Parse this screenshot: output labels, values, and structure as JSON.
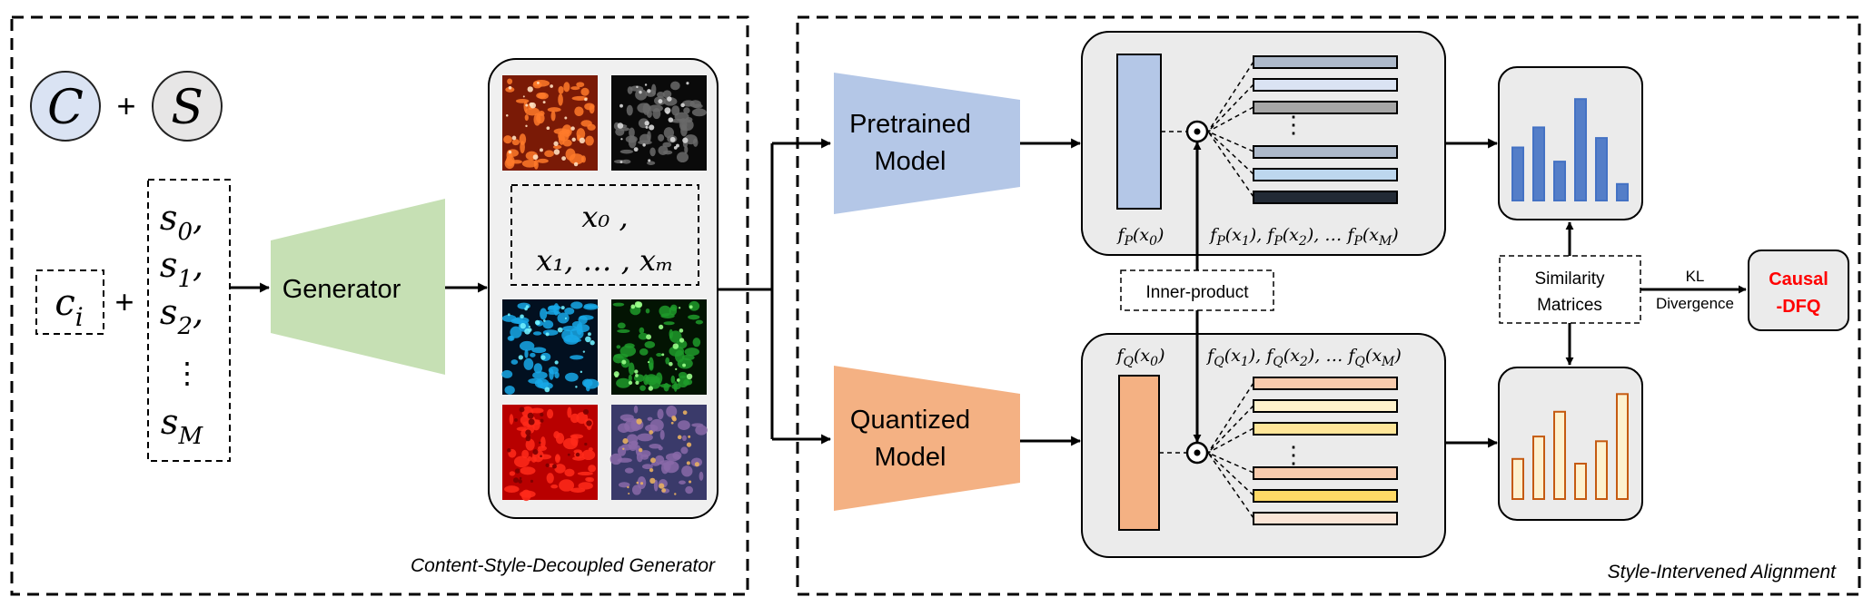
{
  "content_style": {
    "content_symbol": "C",
    "style_symbol": "S",
    "plus": "+",
    "content_code": "c",
    "content_code_sub": "i",
    "style_codes": [
      {
        "base": "s",
        "sub": "0",
        "suffix": ","
      },
      {
        "base": "s",
        "sub": "1",
        "suffix": ","
      },
      {
        "base": "s",
        "sub": "2",
        "suffix": ","
      },
      {
        "base": "s",
        "sub": "M",
        "suffix": ""
      }
    ],
    "vdots": "⋮"
  },
  "generator": {
    "label": "Generator",
    "color": "#c6e0b4",
    "samples_line1": "x₀ ,",
    "samples_line2": "x₁, … , xₘ",
    "caption": "Content-Style-Decoupled Generator",
    "image_tiles": [
      {
        "name": "orange-texture-tile",
        "base": "#7a1a06",
        "spot": "#ff7a2a",
        "hi": "#ffe0c0"
      },
      {
        "name": "dark-texture-tile",
        "base": "#0a0a0a",
        "spot": "#6a6a6a",
        "hi": "#d8d8d8"
      },
      {
        "name": "cyan-texture-tile",
        "base": "#021020",
        "spot": "#18a8e8",
        "hi": "#6ff0ff"
      },
      {
        "name": "green-texture-tile",
        "base": "#031403",
        "spot": "#1f9a2a",
        "hi": "#9aff8a"
      },
      {
        "name": "red-texture-tile",
        "base": "#b80000",
        "spot": "#ff2a1a",
        "hi": "#7a0000"
      },
      {
        "name": "purple-texture-tile",
        "base": "#3a3a6a",
        "spot": "#8a6aa8",
        "hi": "#e8b060"
      }
    ]
  },
  "models": {
    "pretrained_line1": "Pretrained",
    "pretrained_line2": "Model",
    "pretrained_color": "#b4c7e7",
    "quantized_line1": "Quantized",
    "quantized_line2": "Model",
    "quantized_color": "#f4b183"
  },
  "features": {
    "fp_x0": "f_P(x_0)",
    "fp_rest": "f_P(x_1), f_P(x_2), … f_P(x_M)",
    "fq_x0": "f_Q(x_0)",
    "fq_rest": "f_Q(x_1), f_Q(x_2), … f_Q(x_M)",
    "fp_bar_colors": [
      "#adb9ca",
      "#dae3f3",
      "#a6a6a6",
      "#adb9ca",
      "#bdd7ee",
      "#222a35"
    ],
    "fq_bar_colors": [
      "#f8cbad",
      "#fff2cc",
      "#ffe699",
      "#f8cbad",
      "#ffd966",
      "#fbe5d6"
    ],
    "inner_product_label": "Inner-product",
    "dot_symbol": "⊙"
  },
  "similarity": {
    "label_line1": "Similarity",
    "label_line2": "Matrices",
    "kl_line1": "KL",
    "kl_line2": "Divergence",
    "pretrained_hist": [
      0.45,
      0.62,
      0.33,
      0.86,
      0.53,
      0.14
    ],
    "quantized_hist": [
      0.34,
      0.53,
      0.74,
      0.3,
      0.49,
      0.89
    ],
    "pretrained_hist_color": "#4472c4",
    "quantized_hist_color": "#c55a11"
  },
  "output": {
    "line1": "Causal",
    "line2": "-DFQ",
    "color": "#ff0000"
  },
  "alignment": {
    "caption": "Style-Intervened Alignment"
  }
}
